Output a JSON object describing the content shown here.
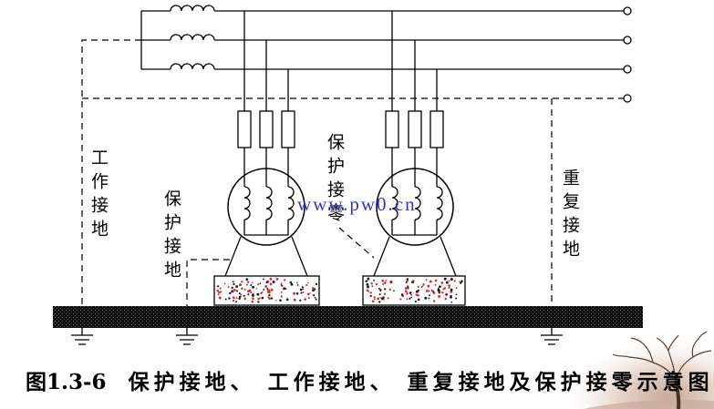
{
  "labels": {
    "working_ground": "工作接地",
    "protective_ground": "保护接地",
    "protective_zero": "保护接零",
    "repeat_ground": "重复接地"
  },
  "watermark": "www.pw0.cn",
  "caption": {
    "figure_number": "图1.3-6",
    "text": "保护接地、 工作接地、 重复接地及保护接零示意图"
  },
  "colors": {
    "line": "#000000",
    "watermark": "#3333cc",
    "dot_red": "#e0282c",
    "dot_black": "#1a1a1a",
    "ground_bar": "#0d0d0d",
    "tree": "#5a3d2e"
  }
}
